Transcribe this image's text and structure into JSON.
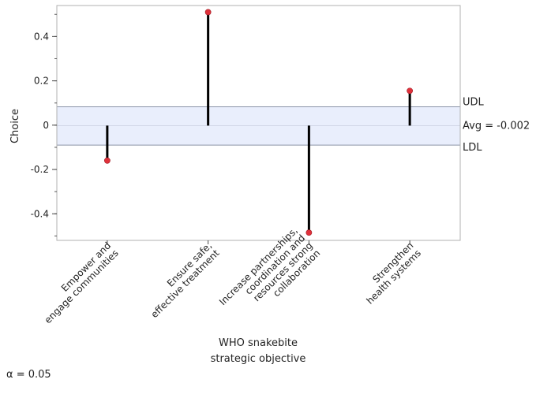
{
  "chart_data": {
    "type": "analysis-of-means",
    "ylabel": "Choice",
    "xlabel_lines": [
      "WHO snakebite",
      "strategic objective"
    ],
    "ylim": [
      -0.52,
      0.54
    ],
    "yticks": [
      -0.4,
      -0.2,
      0,
      0.2,
      0.4
    ],
    "ytick_labels": [
      "-0.4",
      "-0.2",
      "0",
      "0.2",
      "0.4"
    ],
    "average": -0.002,
    "udl": 0.083,
    "ldl": -0.09,
    "categories": [
      {
        "lines": [
          "Empower and",
          "engage communities"
        ],
        "value": -0.16
      },
      {
        "lines": [
          "Ensure safe,",
          "effective treatment"
        ],
        "value": 0.51
      },
      {
        "lines": [
          "Increase partnerships,",
          "coordination and",
          "resources strong",
          "collaboration"
        ],
        "value": -0.485
      },
      {
        "lines": [
          "Strengthen",
          "health systems"
        ],
        "value": 0.155
      }
    ],
    "limit_labels": {
      "udl": "UDL",
      "avg": "Avg = -0.002",
      "ldl": "LDL"
    },
    "alpha_label": "α = 0.05",
    "colors": {
      "band": "#e9eefc",
      "band_line": "#8a93a8",
      "stem": "#000000",
      "point": "#e0313b",
      "frame": "#b0b0b0"
    }
  }
}
